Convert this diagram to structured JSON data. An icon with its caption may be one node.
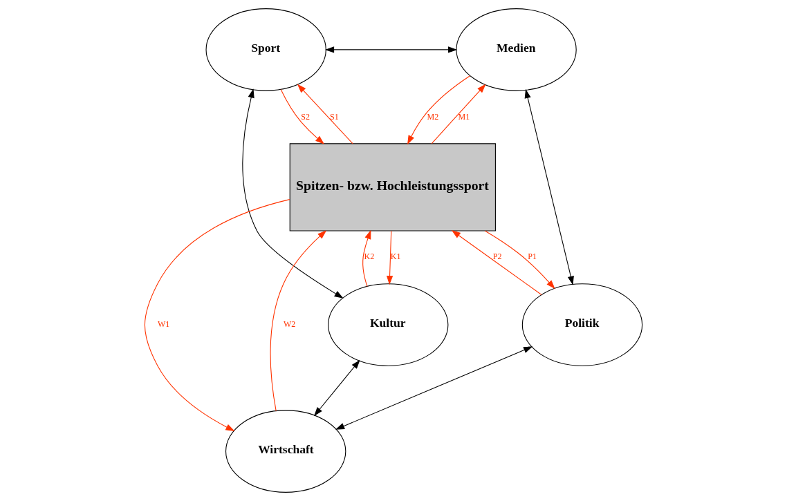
{
  "diagram": {
    "nodes": [
      {
        "text": [
          "Sport"
        ]
      },
      {
        "text": [
          "Medien"
        ]
      },
      {
        "text": [
          "Spitzen- bzw. Hochleistungssport"
        ]
      },
      {
        "text": [
          "Kultur"
        ]
      },
      {
        "text": [
          "Politik"
        ]
      },
      {
        "text": [
          "Wirtschaft"
        ]
      }
    ],
    "edges": [
      {
        "from": 0,
        "to": 1,
        "arrow": "both",
        "color": "#000000"
      },
      {
        "from": 2,
        "to": 0,
        "arrow": "to",
        "label": "S1"
      },
      {
        "from": 0,
        "to": 2,
        "arrow": "to",
        "label": "S2"
      },
      {
        "from": 1,
        "to": 2,
        "arrow": "to",
        "label": "M2"
      },
      {
        "from": 2,
        "to": 1,
        "arrow": "to",
        "label": "M1"
      },
      {
        "from": 0,
        "to": 3,
        "arrow": "both",
        "color": "#000000"
      },
      {
        "from": 1,
        "to": 4,
        "arrow": "both",
        "color": "#000000"
      },
      {
        "from": 2,
        "to": 3,
        "arrow": "to",
        "label": "K1"
      },
      {
        "from": 3,
        "to": 2,
        "arrow": "to",
        "label": "K2"
      },
      {
        "from": 4,
        "to": 2,
        "arrow": "to",
        "label": "P2"
      },
      {
        "from": 2,
        "to": 4,
        "arrow": "to",
        "label": "P1"
      },
      {
        "from": 2,
        "to": 5,
        "arrow": "to",
        "label": "W1"
      },
      {
        "from": 5,
        "to": 2,
        "arrow": "to",
        "label": "W2"
      },
      {
        "from": 3,
        "to": 5,
        "arrow": "both",
        "color": "#000000"
      },
      {
        "from": 4,
        "to": 5,
        "arrow": "both",
        "color": "#000000"
      }
    ]
  }
}
